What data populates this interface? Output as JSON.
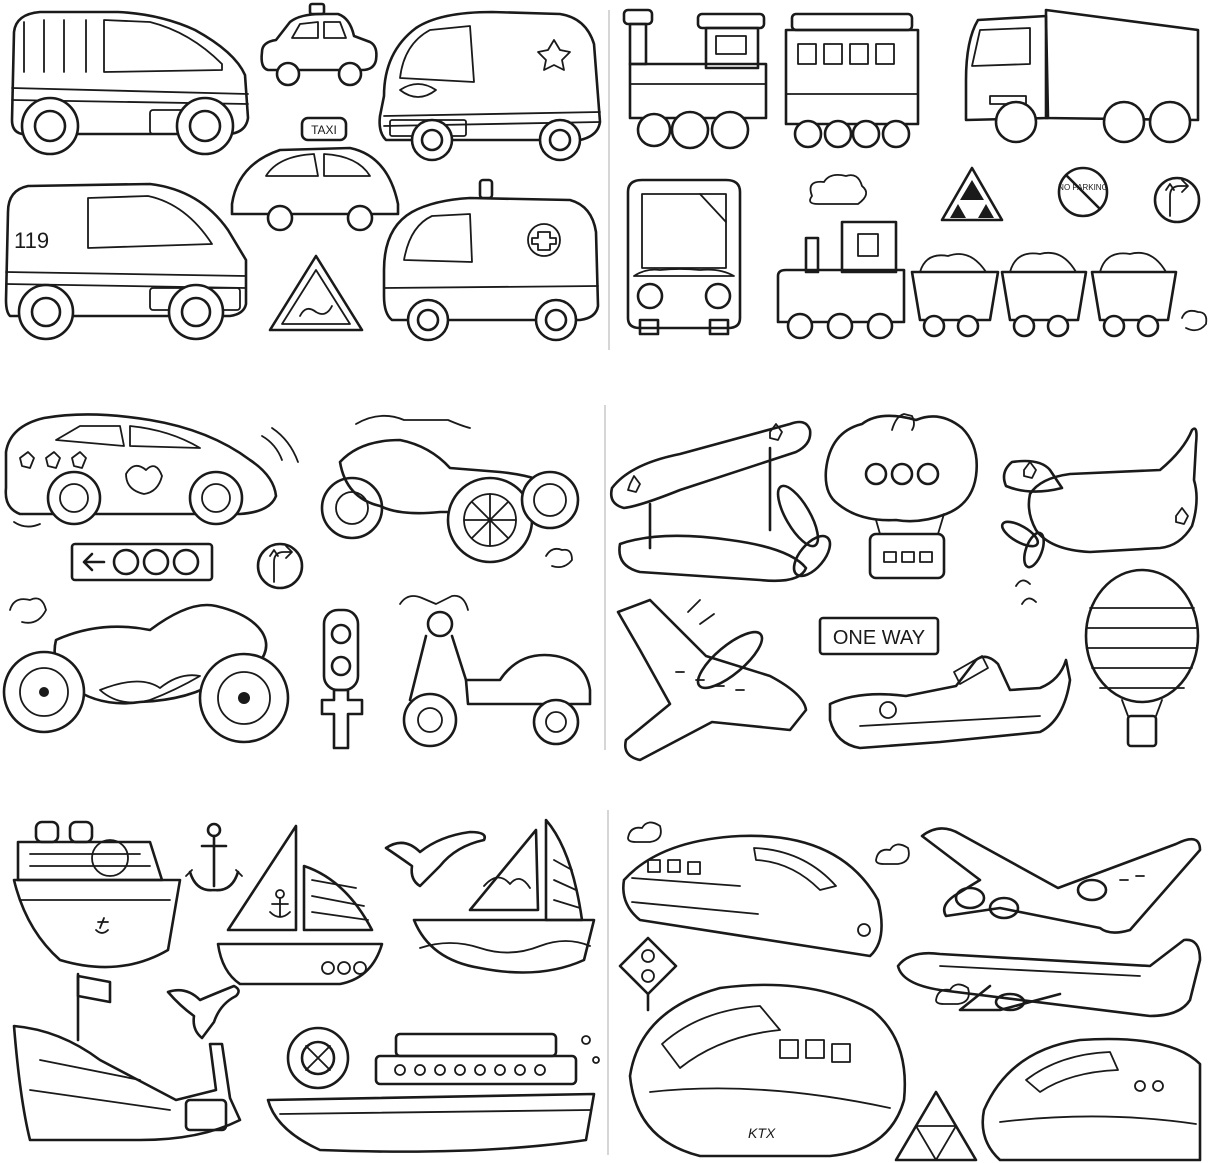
{
  "colors": {
    "ink": "#1a1a1a",
    "paper": "#ffffff",
    "divider": "#c8c8c8"
  },
  "labels": {
    "taxi": "TAXI",
    "ambulance_number": "119",
    "no_parking": "NO PARKING",
    "one_way": "ONE WAY",
    "train_logo": "KTX"
  },
  "panels": [
    {
      "name": "road-vehicles-panel",
      "items": [
        "van",
        "small-car",
        "police-car",
        "taxi",
        "ambulance-119",
        "ambulance-cross",
        "slippery-road-sign"
      ]
    },
    {
      "name": "trains-trucks-panel",
      "items": [
        "steam-engine",
        "train-car",
        "truck",
        "bus",
        "freight-train",
        "warning-triangle",
        "no-parking-sign",
        "turn-sign"
      ]
    },
    {
      "name": "racing-panel",
      "items": [
        "race-car",
        "quad-bike",
        "arrow-light-sign",
        "turn-sign",
        "motorcycle",
        "traffic-light",
        "scooter"
      ]
    },
    {
      "name": "aircraft-panel",
      "items": [
        "biplane",
        "airship",
        "propeller-plane",
        "jet-plane",
        "one-way-sign",
        "jet-ski",
        "hot-air-balloon"
      ]
    },
    {
      "name": "boats-panel",
      "items": [
        "cruise-ship",
        "anchor",
        "sailboat",
        "seagull",
        "yacht",
        "tugboat",
        "seagull",
        "lifebuoy",
        "ferry"
      ]
    },
    {
      "name": "high-speed-panel",
      "items": [
        "bullet-train",
        "airliner",
        "airliner",
        "traffic-light",
        "bullet-train",
        "triangle-sign",
        "bullet-train"
      ]
    }
  ]
}
